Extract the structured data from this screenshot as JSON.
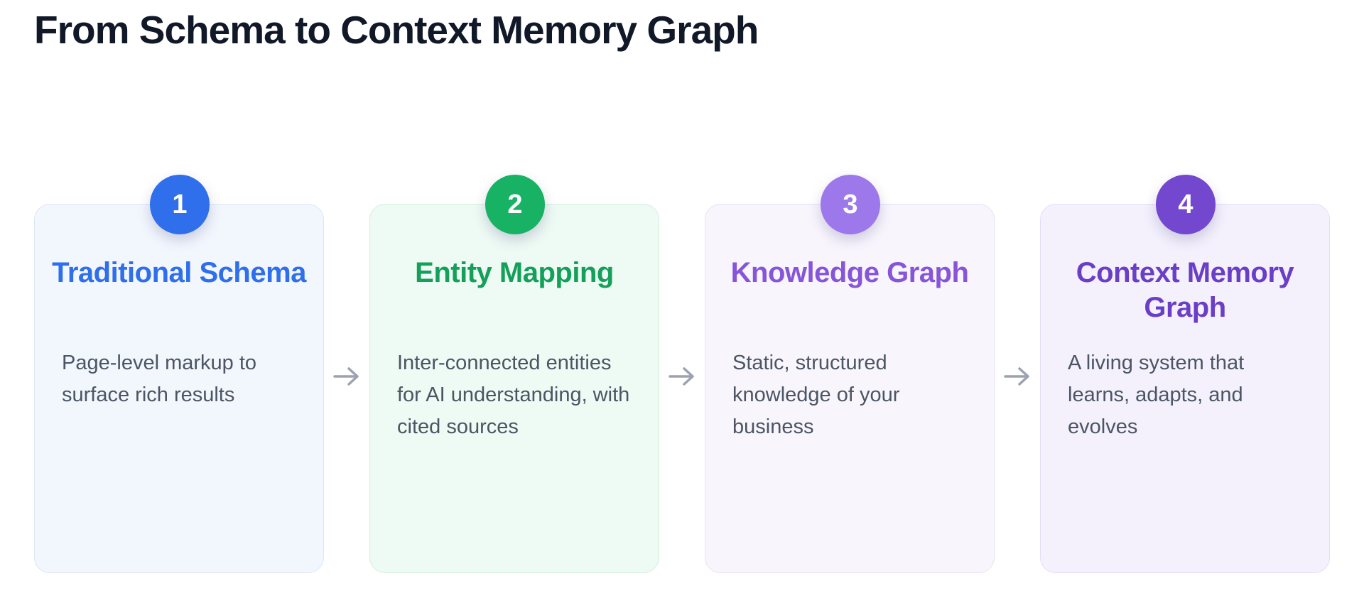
{
  "title": "From Schema to Context Memory Graph",
  "colors": {
    "title_text": "#111827",
    "body_text": "#4b5563",
    "arrow": "#9ca3af"
  },
  "arrow_icon": "arrow-right-icon",
  "steps": [
    {
      "number": "1",
      "title": "Traditional Schema",
      "description": "Page-level markup to surface rich results",
      "accent": "#2f6fec",
      "badge_color": "#2f6fec",
      "card_bg": "#f2f6fd"
    },
    {
      "number": "2",
      "title": "Entity Mapping",
      "description": "Inter-connected entities for AI understanding, with cited sources",
      "accent": "#15a05a",
      "badge_color": "#17b264",
      "card_bg": "#eefaf4"
    },
    {
      "number": "3",
      "title": "Knowledge Graph",
      "description": "Static, structured knowledge of your business",
      "accent": "#8755d8",
      "badge_color": "#9c78ea",
      "card_bg": "#f8f5fd"
    },
    {
      "number": "4",
      "title": "Context Memory Graph",
      "description": "A living system that learns, adapts, and evolves",
      "accent": "#6a3fc6",
      "badge_color": "#7447cf",
      "card_bg": "#f4f1fd"
    }
  ]
}
